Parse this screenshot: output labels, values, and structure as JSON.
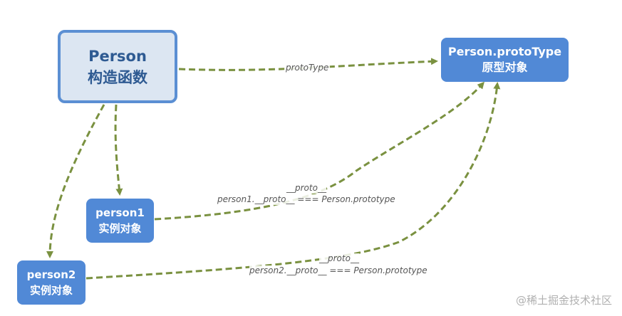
{
  "nodes": {
    "constructor": {
      "title": "Person",
      "subtitle": "构造函数"
    },
    "prototype": {
      "title": "Person.protoType",
      "subtitle": "原型对象"
    },
    "person1": {
      "title": "person1",
      "subtitle": "实例对象"
    },
    "person2": {
      "title": "person2",
      "subtitle": "实例对象"
    }
  },
  "edges": {
    "ctor_to_proto": {
      "label": "protoType"
    },
    "p1_to_proto": {
      "label": "__proto__",
      "note": "person1.__proto__  === Person.prototype"
    },
    "p2_to_proto": {
      "label": "__proto__",
      "note": "person2.__proto__  === Person.prototype"
    }
  },
  "colors": {
    "edge": "#7a9140",
    "node_fill": "#5189d6",
    "ctor_fill": "#dce6f2",
    "ctor_border": "#5b8fd3"
  },
  "watermark": "@稀土掘金技术社区"
}
